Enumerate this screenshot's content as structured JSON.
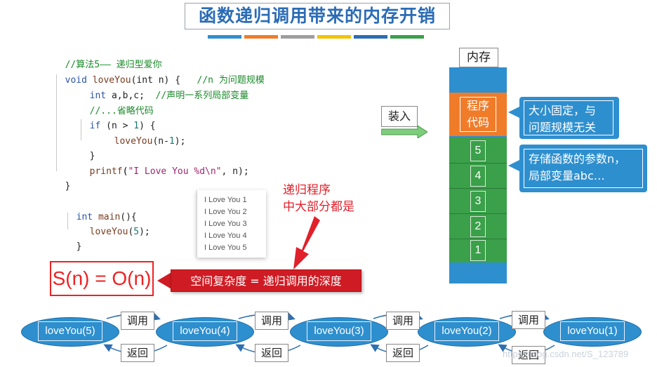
{
  "title": "函数递归调用带来的内存开销",
  "title_bar_colors": [
    "#2e8fcf",
    "#f07c2a",
    "#9e9e9e",
    "#f2c300",
    "#2b6cb5",
    "#3aa04a"
  ],
  "code": {
    "comment_title": "//算法5—— 递归型爱你",
    "func_void": "void",
    "func_name": "loveYou",
    "func_params": "(int n) {",
    "func_comment": "//n 为问题规模",
    "decl_int": "int",
    "decl_vars": "a,b,c;",
    "decl_comment": "//声明一系列局部变量",
    "omit_comment": "//...省略代码",
    "if_kw": "if",
    "if_cond_a": "(n > ",
    "if_cond_num": "1",
    "if_cond_b": ") {",
    "rec_call_name": "loveYou",
    "rec_call_args_a": "(n-",
    "rec_call_num": "1",
    "rec_call_args_b": ");",
    "close_if": "}",
    "printf_name": "printf",
    "printf_str": "\"I Love You %d\\n\"",
    "printf_rest": ", n);",
    "close_func": "}",
    "main_int": "int",
    "main_name": "main",
    "main_rest": "(){",
    "main_call_name": "loveYou",
    "main_call_a": "(",
    "main_call_num": "5",
    "main_call_b": ");",
    "close_main": "}"
  },
  "output_lines": [
    "I Love You 1",
    "I Love You 2",
    "I Love You 3",
    "I Love You 4",
    "I Love You 5"
  ],
  "red_note": [
    "递归程序",
    "中大部分都是"
  ],
  "space_formula": "S(n) = O(n)",
  "space_note": "空间复杂度 = 递归调用的深度",
  "memory": {
    "label": "内存",
    "code_segment": [
      "程序",
      "代码"
    ],
    "stack_slots": [
      "5",
      "4",
      "3",
      "2",
      "1"
    ],
    "load_label": "装入",
    "callout_code": [
      "大小固定，与",
      "问题规模无关"
    ],
    "callout_stack": [
      "存储函数的参数n，",
      "局部变量abc…"
    ]
  },
  "chain": {
    "nodes": [
      "loveYou(5)",
      "loveYou(4)",
      "loveYou(3)",
      "loveYou(2)",
      "loveYou(1)"
    ],
    "call_label": "调用",
    "return_label": "返回"
  },
  "watermark": "https://blog.csdn.net/S_123789"
}
